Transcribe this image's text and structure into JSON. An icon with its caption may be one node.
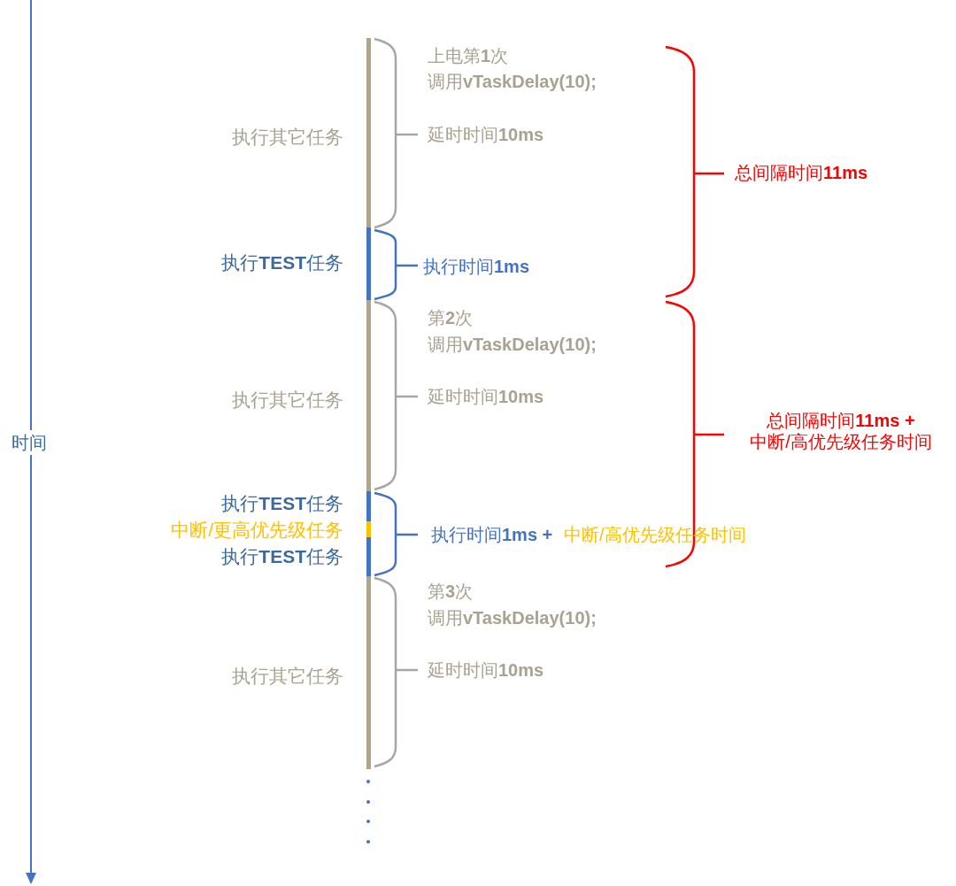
{
  "diagram": {
    "labels": [
      "上电第**1**次",
      "调用**vTaskDelay(10);**",
      "执行其它任务",
      "延时时间**10ms**",
      "总间隔时间**11ms**",
      "执行**TEST**任务",
      "执行时间**1ms**",
      "第**2**次",
      "调用**vTaskDelay(10);**",
      "执行其它任务",
      "延时时间**10ms**",
      "总间隔时间**11ms** **+** 中断/高优先级任务时间",
      "时间",
      "执行**TEST**任务",
      "中断/更高优先级任务",
      "执行时间**1ms** **+**",
      "中断/高优先级任务时间",
      "执行**TEST**任务",
      "第**3**次",
      "调用**vTaskDelay(10);**",
      "执行其它任务",
      "延时时间**10ms**"
    ]
  }
}
